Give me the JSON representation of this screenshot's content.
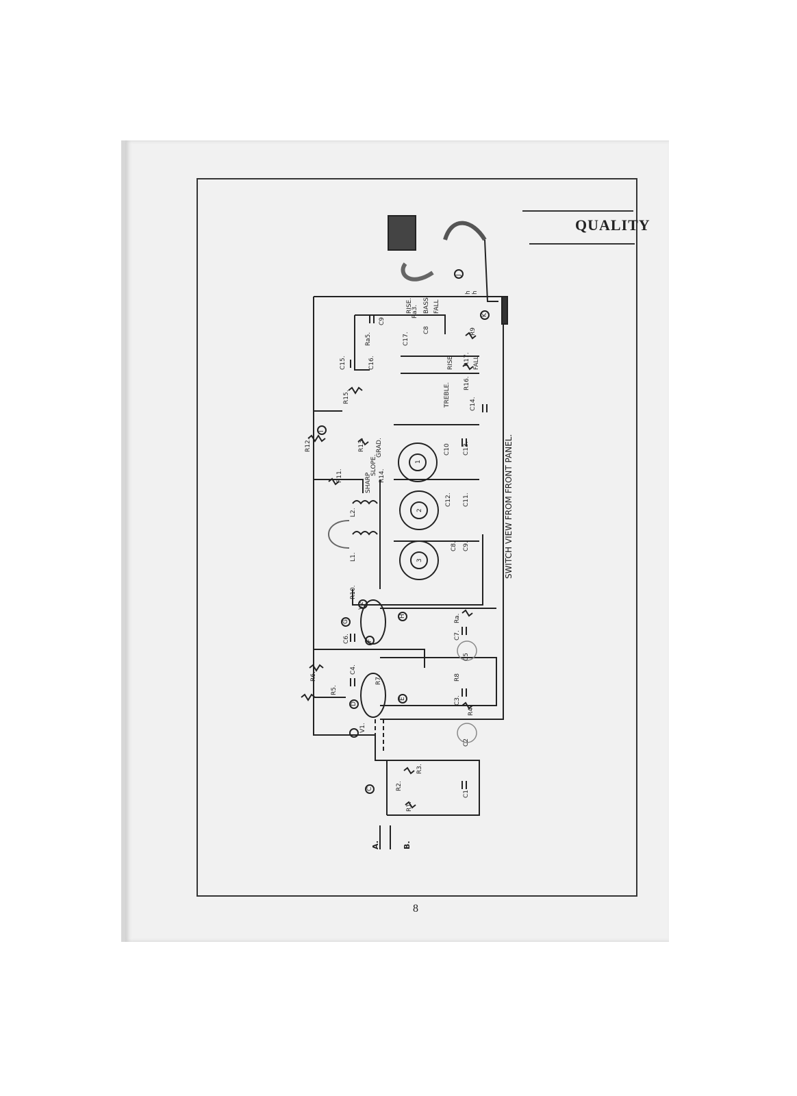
{
  "document": {
    "title": "QUALITY",
    "page_number": "8",
    "caption": "SWITCH VIEW FROM FRONT PANEL."
  },
  "schematic": {
    "resistors": [
      "R1.",
      "R2.",
      "R3.",
      "R4",
      "R5.",
      "R6.",
      "R7.",
      "R8",
      "Ra.",
      "R10.",
      "R11.",
      "R12.",
      "R13.",
      "R14.",
      "R15.",
      "R16.",
      "R17.",
      "Ra3.",
      "Ra5.",
      "R9"
    ],
    "capacitors": [
      "C1",
      "C2",
      "C3.",
      "C4.",
      "C5",
      "C6.",
      "C7.",
      "C8.",
      "C8",
      "C9",
      "C9.",
      "C10",
      "C11.",
      "C12.",
      "C13.",
      "C14.",
      "C15.",
      "C16.",
      "C17."
    ],
    "inductors": [
      "L1.",
      "L2."
    ],
    "valves": [
      "V1.",
      "V2."
    ],
    "terminals": [
      "A.",
      "B."
    ],
    "test_points": [
      "C",
      "D",
      "E",
      "F",
      "G",
      "H",
      "I",
      "J",
      "K"
    ],
    "switch_positions": [
      "1",
      "2",
      "3"
    ],
    "control_labels": {
      "rise_1": "RISE.",
      "bass": "BASS.",
      "fall_1": "FALL",
      "rise_2": "RISE",
      "fall_2": "FALL",
      "treble": "TREBLE.",
      "slope": "SLOPE.",
      "sharp": "SHARP",
      "grad": "GRAD."
    },
    "cable_wires": [
      "h",
      "h"
    ]
  }
}
